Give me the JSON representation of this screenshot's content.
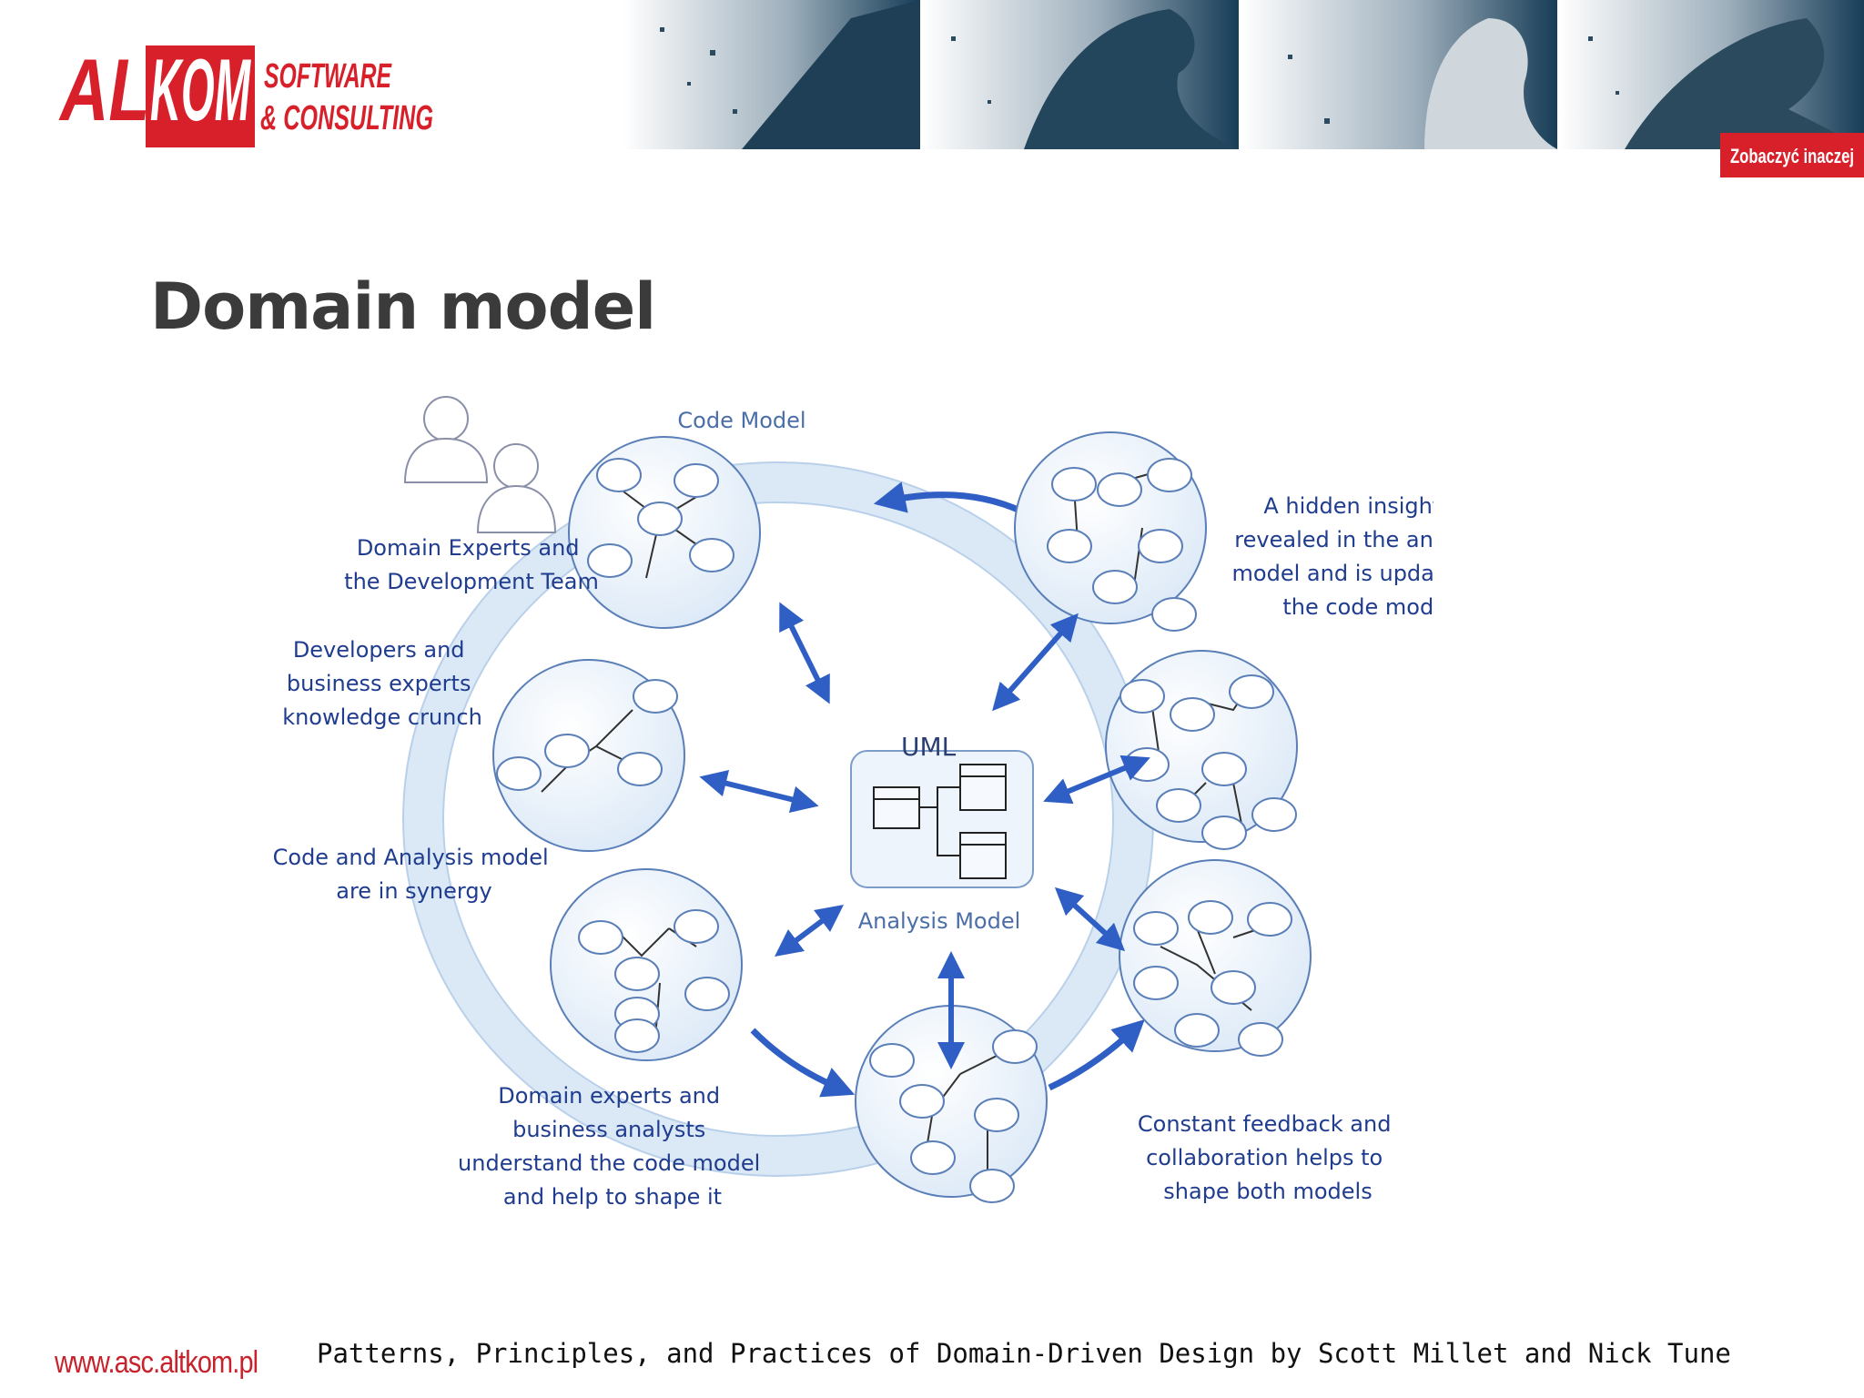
{
  "header": {
    "logo_alt": "ALT",
    "logo_kom": "KOM",
    "logo_line1": "SOFTWARE",
    "logo_line2": "& CONSULTING",
    "banner_tag": "Zobaczyć inaczej"
  },
  "slide": {
    "title": "Domain model"
  },
  "diagram": {
    "top_label": "Code Model",
    "center_label": "UML",
    "center_caption": "Analysis Model",
    "left_labels": {
      "team": [
        "Domain Experts and",
        "the Development Team"
      ],
      "crunch": [
        "Developers and",
        "business experts",
        "knowledge crunch"
      ],
      "synergy": [
        "Code and Analysis model",
        "are in synergy"
      ],
      "shape": [
        "Domain experts and",
        "business analysts",
        "understand the code model",
        "and help to shape it"
      ]
    },
    "right_labels": {
      "insight": [
        "A hidden insight is",
        "revealed in the analysis",
        "model and is updated in",
        "the code model"
      ],
      "feedback": [
        "Constant feedback and",
        "collaboration helps to",
        "shape both models"
      ]
    },
    "colors": {
      "arrow": "#2f5fc4",
      "node_stroke": "#5a7fb8",
      "node_fill": "#eaf2fb",
      "ring": "#dbe8f6"
    }
  },
  "footer": {
    "url": "www.asc.altkom.pl",
    "citation": "Patterns, Principles, and Practices of Domain-Driven Design by Scott Millet and Nick Tune"
  }
}
